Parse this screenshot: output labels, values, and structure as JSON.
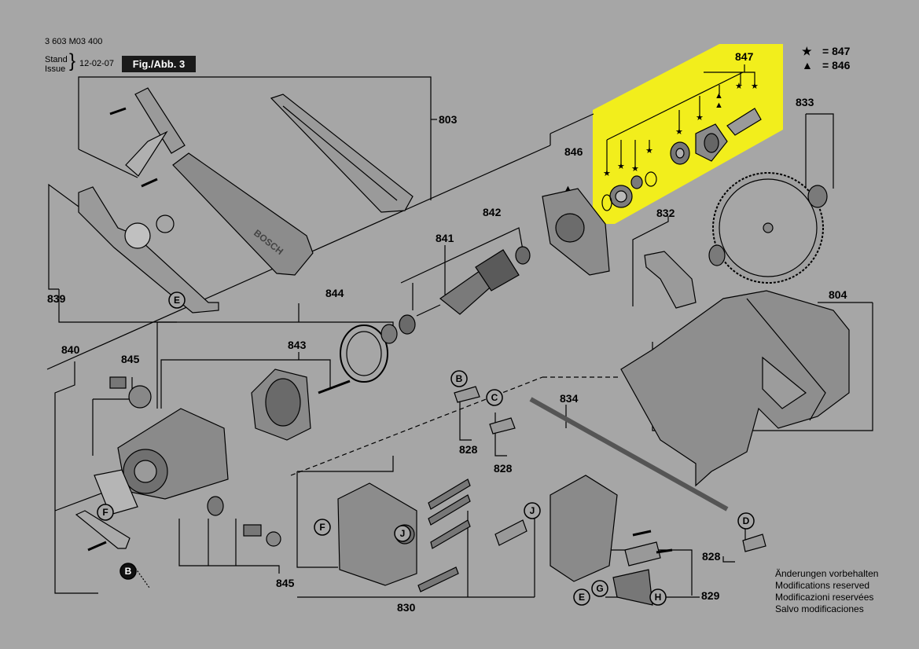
{
  "header": {
    "doc_number": "3 603 M03 400",
    "stand_label": "Stand",
    "issue_label": "Issue",
    "date": "12-02-07",
    "figure": "Fig./Abb. 3"
  },
  "legend": [
    {
      "symbol": "★",
      "text": "= 847",
      "icon": "star-icon"
    },
    {
      "symbol": "▲",
      "text": "= 846",
      "icon": "triangle-icon"
    }
  ],
  "colors": {
    "background": "#a6a6a6",
    "highlight": "#f2ee1c",
    "linework": "#000000"
  },
  "part_numbers": {
    "p847": "847",
    "p833": "833",
    "p846": "846",
    "p803": "803",
    "p842": "842",
    "p832": "832",
    "p841": "841",
    "p839": "839",
    "p844": "844",
    "p804": "804",
    "p840": "840",
    "p845a": "845",
    "p843": "843",
    "p834": "834",
    "p828a": "828",
    "p828b": "828",
    "p828c": "828",
    "p829": "829",
    "p830": "830",
    "p845b": "845"
  },
  "letters": {
    "E1": "E",
    "B1": "B",
    "C1": "C",
    "F1": "F",
    "B2": "B",
    "F2": "F",
    "J1": "J",
    "J2": "J",
    "D1": "D",
    "E2": "E",
    "G1": "G",
    "H1": "H"
  },
  "notes": [
    "Änderungen vorbehalten",
    "Modifications reserved",
    "Modificazioni reservées",
    "Salvo modificaciones"
  ]
}
